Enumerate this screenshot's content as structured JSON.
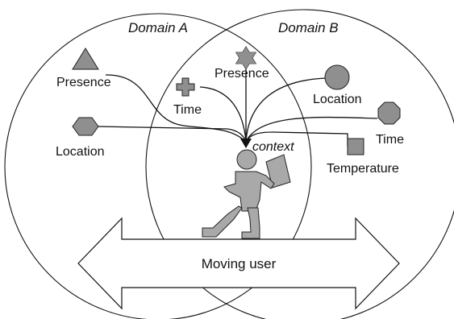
{
  "domains": {
    "a_label": "Domain A",
    "b_label": "Domain B"
  },
  "center": {
    "context_label": "context",
    "arrow_label": "Moving user"
  },
  "sources": {
    "a_presence": "Presence",
    "a_location": "Location",
    "b_presence": "Presence",
    "b_time": "Time",
    "b_location": "Location",
    "b_time_right": "Time",
    "b_temperature": "Temperature"
  },
  "colors": {
    "shape_fill": "#8f8f8f",
    "user_fill": "#a9a9a9",
    "line": "#111111"
  },
  "icons": {
    "a_presence": "triangle-icon",
    "a_location": "hexagon-icon",
    "b_presence": "star-icon",
    "b_time": "cross-icon",
    "b_location": "circle-icon",
    "b_time_right": "octagon-icon",
    "b_temperature": "square-icon",
    "user": "walking-user-icon"
  }
}
